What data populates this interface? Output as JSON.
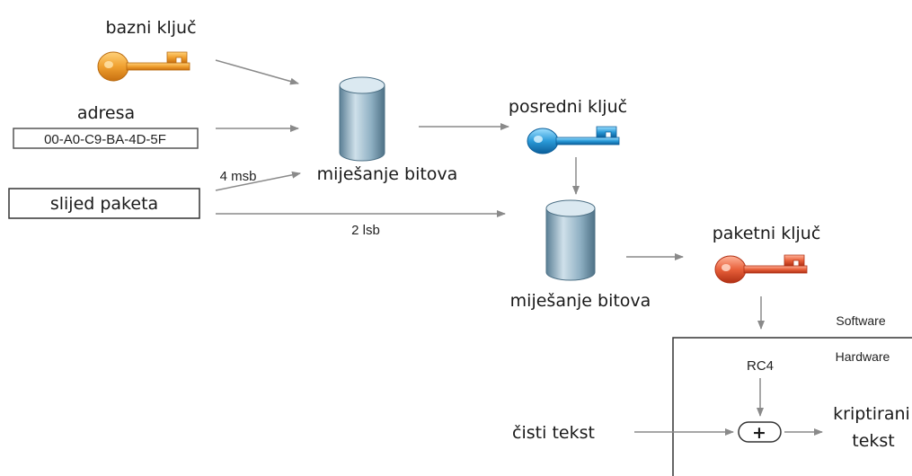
{
  "labels": {
    "base_key": "bazni ključ",
    "address": "adresa",
    "mac": "00-A0-C9-BA-4D-5F",
    "packet_seq": "slijed paketa",
    "msb": "4 msb",
    "lsb": "2 lsb",
    "mix1": "miješanje bitova",
    "mix2": "miješanje bitova",
    "intermediate_key": "posredni ključ",
    "packet_key": "paketni ključ",
    "software": "Software",
    "hardware": "Hardware",
    "rc4": "RC4",
    "plaintext": "čisti tekst",
    "ciphertext_line1": "kriptirani",
    "ciphertext_line2": "tekst",
    "xor_symbol": "+"
  },
  "colors": {
    "base_key": "#f0a030",
    "intermediate_key": "#2a9ad8",
    "packet_key": "#e8603a",
    "cylinder": "#7fa3b8",
    "arrow": "#8a8a8a"
  },
  "icons": {
    "base_key": "key-icon",
    "intermediate_key": "key-icon",
    "packet_key": "key-icon",
    "mixer": "cylinder-icon"
  }
}
